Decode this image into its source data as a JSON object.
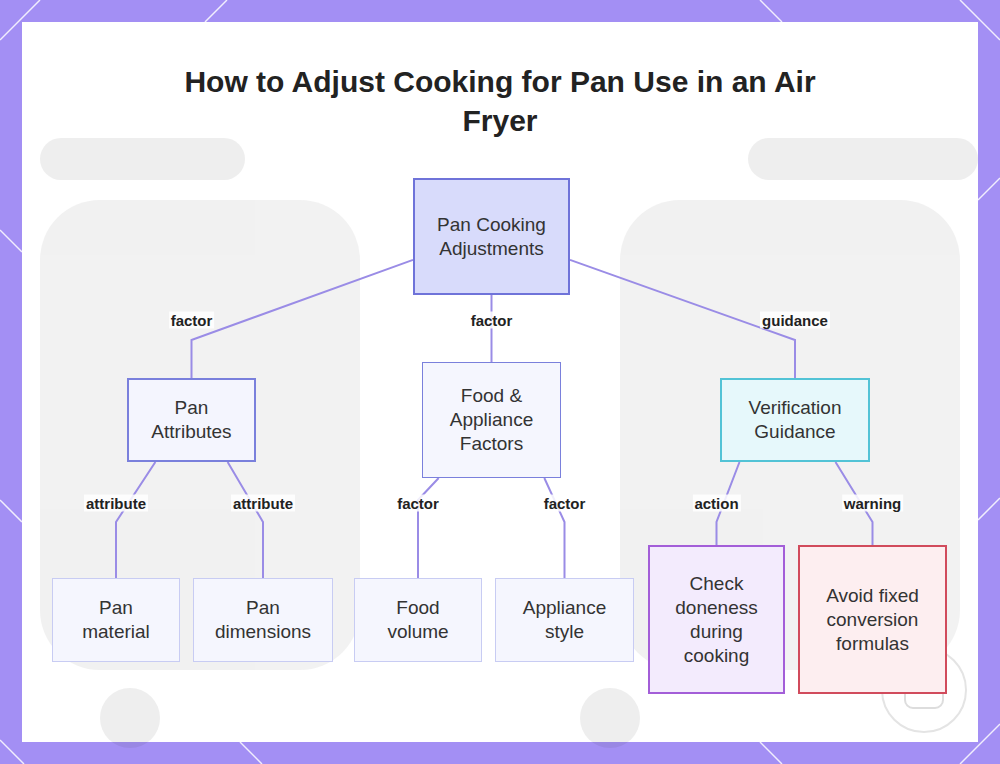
{
  "diagram": {
    "title": "How to Adjust Cooking for Pan Use in an Air Fryer",
    "nodes": [
      {
        "text": [
          "Pan Cooking Adjustments"
        ]
      },
      {
        "text": [
          "Pan Attributes"
        ]
      },
      {
        "text": [
          "Food & Appliance Factors"
        ]
      },
      {
        "text": [
          "Verification Guidance"
        ]
      },
      {
        "text": [
          "Pan material"
        ]
      },
      {
        "text": [
          "Pan dimensions"
        ]
      },
      {
        "text": [
          "Food volume"
        ]
      },
      {
        "text": [
          "Appliance style"
        ]
      },
      {
        "text": [
          "Check doneness during cooking"
        ]
      },
      {
        "text": [
          "Avoid fixed conversion formulas"
        ]
      }
    ],
    "edges": [
      {
        "from": 0,
        "to": 1,
        "label": "factor",
        "arrow": "none"
      },
      {
        "from": 0,
        "to": 2,
        "label": "factor",
        "arrow": "none"
      },
      {
        "from": 0,
        "to": 3,
        "label": "guidance",
        "arrow": "none"
      },
      {
        "from": 1,
        "to": 4,
        "label": "attribute",
        "arrow": "none"
      },
      {
        "from": 1,
        "to": 5,
        "label": "attribute",
        "arrow": "none"
      },
      {
        "from": 2,
        "to": 6,
        "label": "factor",
        "arrow": "none"
      },
      {
        "from": 2,
        "to": 7,
        "label": "factor",
        "arrow": "none"
      },
      {
        "from": 3,
        "to": 8,
        "label": "action",
        "arrow": "none"
      },
      {
        "from": 3,
        "to": 9,
        "label": "warning",
        "arrow": "none"
      }
    ]
  }
}
